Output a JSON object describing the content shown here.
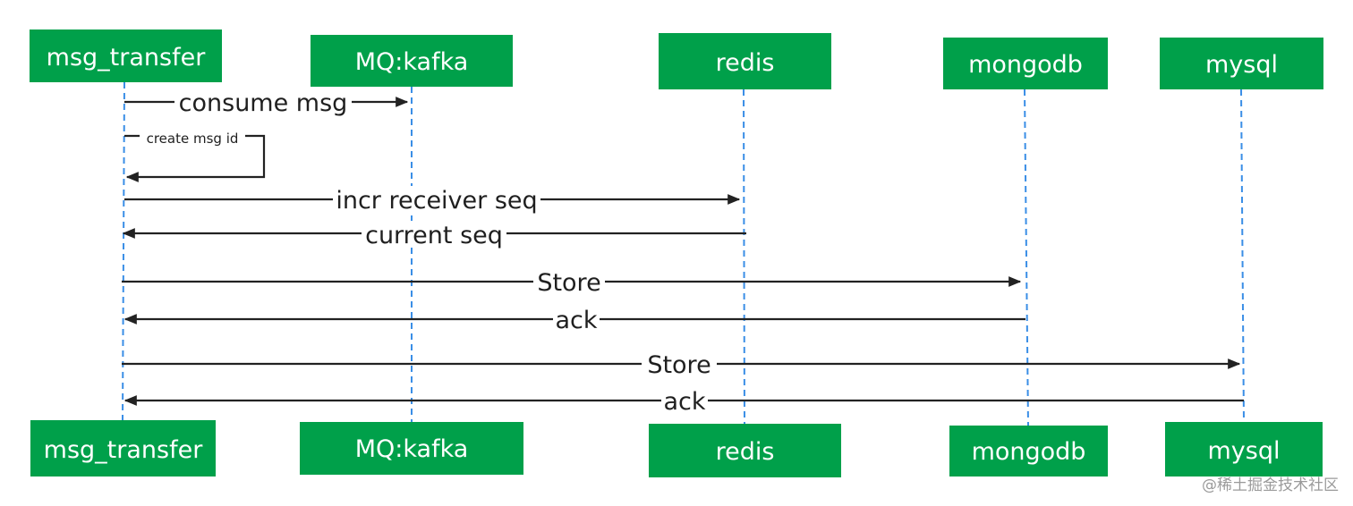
{
  "colors": {
    "actor_fill": "#00a04a",
    "actor_text": "#ffffff",
    "lifeline": "#3a8ee6",
    "arrow": "#222222"
  },
  "actors": [
    {
      "id": "msg_transfer",
      "label": "msg_transfer"
    },
    {
      "id": "kafka",
      "label": "MQ:kafka"
    },
    {
      "id": "redis",
      "label": "redis"
    },
    {
      "id": "mongodb",
      "label": "mongodb"
    },
    {
      "id": "mysql",
      "label": "mysql"
    }
  ],
  "messages": [
    {
      "from": "msg_transfer",
      "to": "kafka",
      "label": "consume msg"
    },
    {
      "from": "msg_transfer",
      "to": "msg_transfer",
      "label": "create msg id",
      "self": true
    },
    {
      "from": "msg_transfer",
      "to": "redis",
      "label": "incr receiver seq"
    },
    {
      "from": "redis",
      "to": "msg_transfer",
      "label": "current seq"
    },
    {
      "from": "msg_transfer",
      "to": "mongodb",
      "label": "Store"
    },
    {
      "from": "mongodb",
      "to": "msg_transfer",
      "label": "ack"
    },
    {
      "from": "msg_transfer",
      "to": "mysql",
      "label": "Store"
    },
    {
      "from": "mysql",
      "to": "msg_transfer",
      "label": "ack"
    }
  ],
  "watermark": "@稀土掘金技术社区"
}
